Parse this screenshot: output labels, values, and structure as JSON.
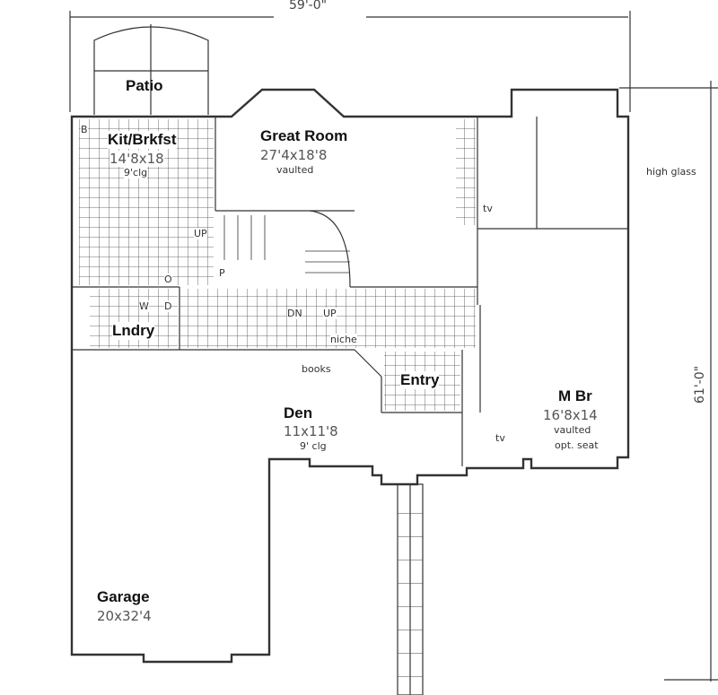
{
  "plan": {
    "overall_width": "59'-0\"",
    "overall_depth": "61'-0\"",
    "rooms": {
      "patio": {
        "name": "Patio"
      },
      "kitchen": {
        "name": "Kit/Brkfst",
        "size": "14'8x18",
        "note": "9'clg"
      },
      "great_room": {
        "name": "Great Room",
        "size": "27'4x18'8",
        "note": "vaulted"
      },
      "laundry": {
        "name": "Lndry"
      },
      "den": {
        "name": "Den",
        "size": "11x11'8",
        "note": "9' clg"
      },
      "entry": {
        "name": "Entry"
      },
      "master_bedroom": {
        "name": "M Br",
        "size": "16'8x14",
        "note": "vaulted",
        "extra": "opt. seat"
      },
      "garage": {
        "name": "Garage",
        "size": "20x32'4"
      }
    },
    "annotations": {
      "high_glass": "high glass",
      "niche": "niche",
      "books": "books",
      "tv_bath": "tv",
      "tv_bedroom": "tv",
      "up_kitchen": "UP",
      "dn_stair": "DN",
      "up_stair": "UP",
      "pantry": "P",
      "washer": "W",
      "dryer": "D",
      "oven": "O",
      "bench": "B"
    }
  }
}
